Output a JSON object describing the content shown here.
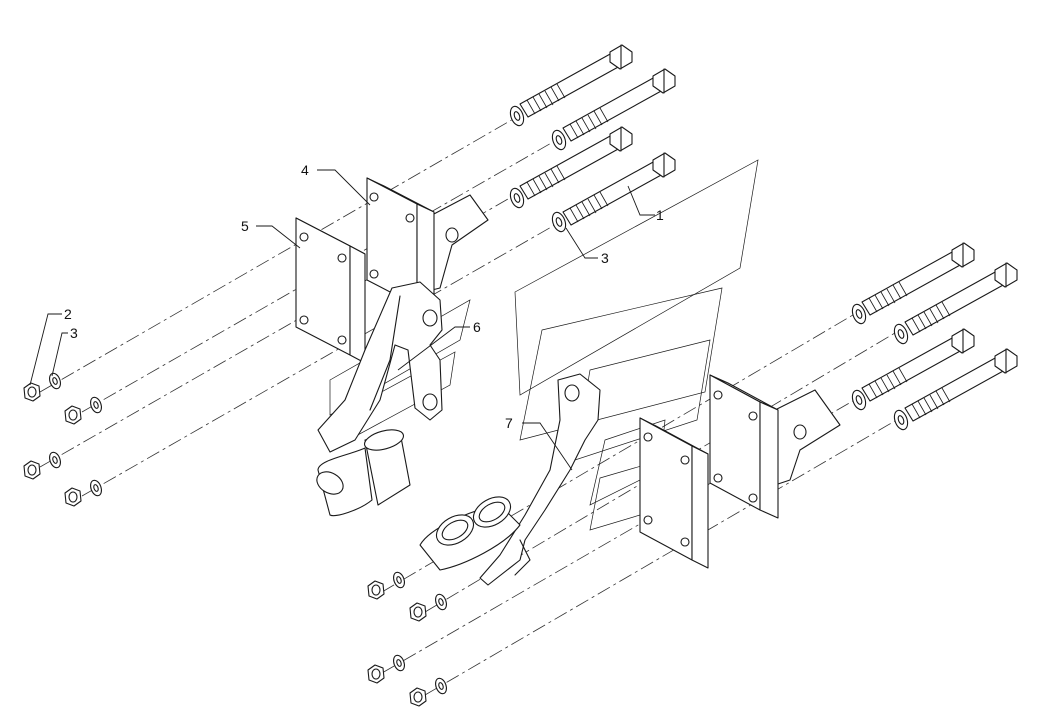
{
  "callouts": [
    {
      "id": "c1",
      "label": "1"
    },
    {
      "id": "c3a",
      "label": "3"
    },
    {
      "id": "c4",
      "label": "4"
    },
    {
      "id": "c5",
      "label": "5"
    },
    {
      "id": "c6",
      "label": "6"
    },
    {
      "id": "c7",
      "label": "7"
    },
    {
      "id": "c2",
      "label": "2"
    },
    {
      "id": "c3b",
      "label": "3"
    }
  ]
}
